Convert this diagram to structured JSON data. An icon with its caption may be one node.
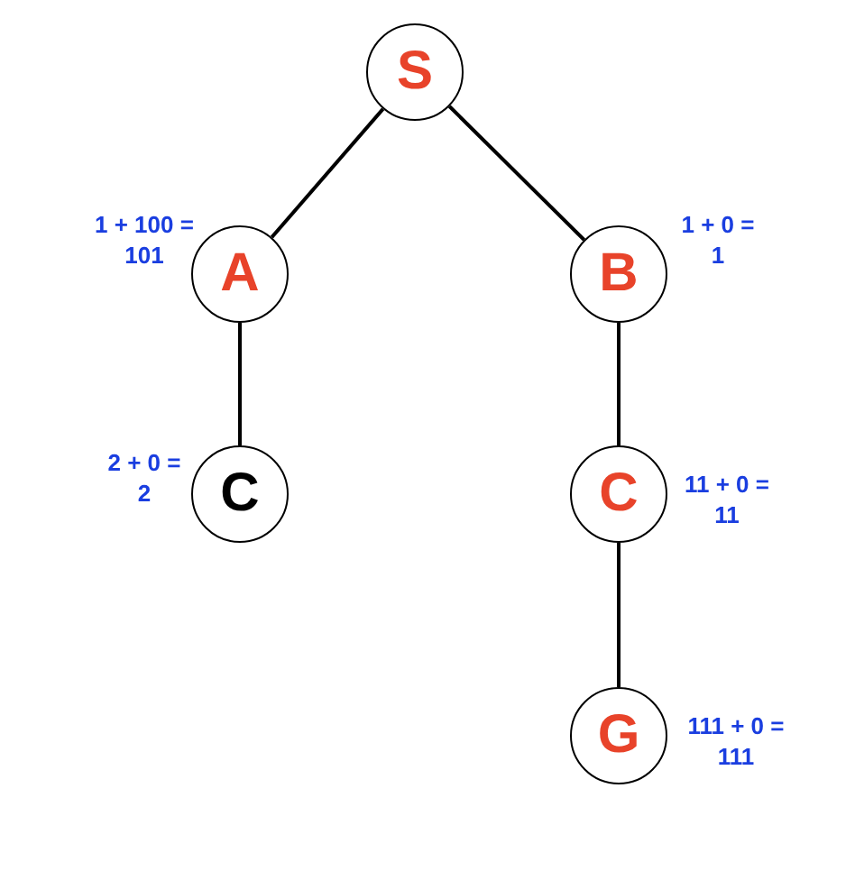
{
  "diagram": {
    "nodes": [
      {
        "text": [
          "S"
        ]
      },
      {
        "text": [
          "A"
        ],
        "beside": [
          "1 + 100 = 101"
        ]
      },
      {
        "text": [
          "B"
        ],
        "beside": [
          "1 + 0 = 1"
        ]
      },
      {
        "text": [
          "C"
        ],
        "beside": [
          "2 + 0 = 2"
        ]
      },
      {
        "text": [
          "C"
        ],
        "beside": [
          "11 + 0 = 11"
        ]
      },
      {
        "text": [
          "G"
        ],
        "beside": [
          "111 + 0 = 111"
        ]
      }
    ],
    "edges": [
      {
        "from": 0,
        "to": 1,
        "arrow": "none"
      },
      {
        "from": 0,
        "to": 2,
        "arrow": "none"
      },
      {
        "from": 1,
        "to": 3,
        "arrow": "none"
      },
      {
        "from": 2,
        "to": 4,
        "arrow": "none"
      },
      {
        "from": 4,
        "to": 5,
        "arrow": "none"
      }
    ]
  }
}
